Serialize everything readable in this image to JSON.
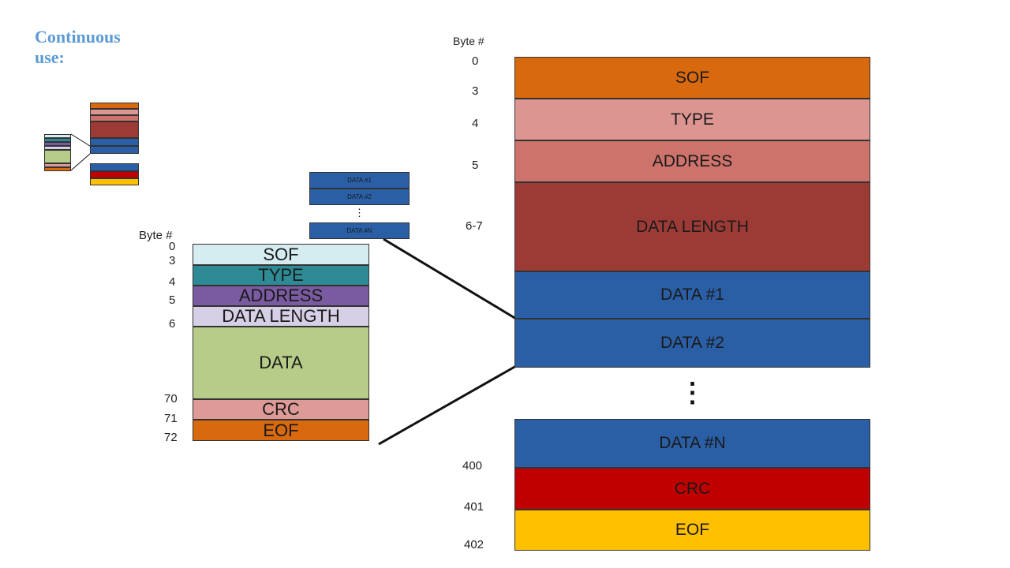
{
  "title": "Continuous use:",
  "colors": {
    "title": "#5b9bd5",
    "sof_small": "#d5ecf1",
    "type_small": "#2e8b96",
    "address_small": "#7a5aa0",
    "data_length_small": "#d6d0e6",
    "data_small": "#b7cc88",
    "crc_small": "#de9a96",
    "eof_small": "#d9690f",
    "sof_large": "#d9690f",
    "type_large": "#dc9590",
    "address_large": "#cd736b",
    "data_length_large": "#9c3b36",
    "data_blue": "#2a5fa5",
    "crc_large": "#c00000",
    "eof_large": "#ffc000"
  },
  "small_frame": {
    "byte_header": "Byte #",
    "fields": [
      {
        "name": "SOF",
        "byte": "0"
      },
      {
        "name": "TYPE",
        "byte": "3"
      },
      {
        "name": "ADDRESS",
        "byte": "4"
      },
      {
        "name": "DATA LENGTH",
        "byte": "5"
      },
      {
        "name": "DATA",
        "byte": "6"
      },
      {
        "name": "CRC",
        "byte": "70"
      },
      {
        "name": "EOF",
        "byte": "71"
      }
    ],
    "end_byte": "72"
  },
  "data_stack": {
    "items": [
      "DATA #1",
      "DATA #2",
      "DATA #N"
    ],
    "ellipsis": "⋮"
  },
  "large_frame": {
    "byte_header": "Byte #",
    "fields": [
      {
        "name": "SOF",
        "byte": "0"
      },
      {
        "name": "TYPE",
        "byte": "3"
      },
      {
        "name": "ADDRESS",
        "byte": "4"
      },
      {
        "name": "DATA LENGTH",
        "byte": "5"
      },
      {
        "name": "DATA #1",
        "byte": "6-7"
      },
      {
        "name": "DATA #2",
        "byte": ""
      },
      {
        "name": "DATA #N",
        "byte": ""
      },
      {
        "name": "CRC",
        "byte": "400"
      },
      {
        "name": "EOF",
        "byte": "401"
      }
    ],
    "end_byte": "402",
    "ellipsis": "⋮"
  }
}
